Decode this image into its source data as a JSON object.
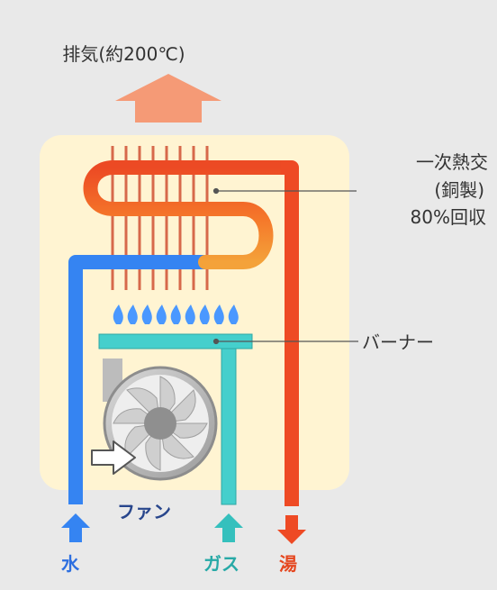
{
  "labels": {
    "exhaust": "排気(約200℃)",
    "heat_exchanger_line1": "一次熱交",
    "heat_exchanger_line2": "(銅製)",
    "heat_exchanger_line3": "80%回収",
    "burner": "バーナー",
    "fan": "ファン",
    "water": "水",
    "gas": "ガス",
    "hot_water": "湯"
  },
  "colors": {
    "cabinet": "#fff4d2",
    "exhaust_arrow": "#f59a76",
    "hot_pipe": "#ee4a24",
    "cold_pipe": "#3584f2",
    "gas": "#45cfcc",
    "flame": "#4a98ff",
    "fan_body": "#a6a6a6"
  }
}
